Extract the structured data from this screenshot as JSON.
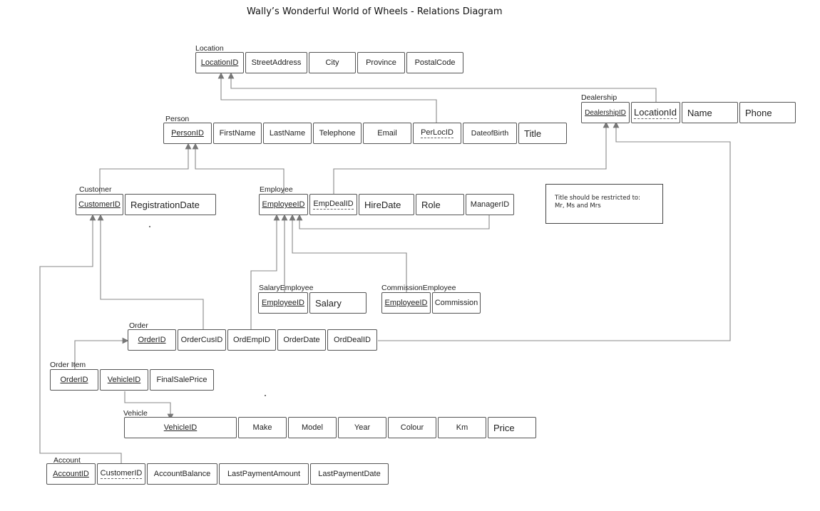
{
  "title": "Wally’s Wonderful World of Wheels - Relations Diagram",
  "tables": {
    "location": {
      "name": "Location",
      "fields": [
        "LocationID",
        "StreetAddress",
        "City",
        "Province",
        "PostalCode"
      ]
    },
    "dealership": {
      "name": "Dealership",
      "fields": [
        "DealershipID",
        "LocationId",
        "Name",
        "Phone"
      ]
    },
    "person": {
      "name": "Person",
      "fields": [
        "PersonID",
        "FirstName",
        "LastName",
        "Telephone",
        "Email",
        "PerLocID",
        "DateofBirth",
        "Title"
      ]
    },
    "customer": {
      "name": "Customer",
      "fields": [
        "CustomerID",
        "RegistrationDate"
      ]
    },
    "employee": {
      "name": "Employee",
      "fields": [
        "EmployeeID",
        "EmpDealID",
        "HireDate",
        "Role",
        "ManagerID"
      ]
    },
    "salary_employee": {
      "name": "SalaryEmployee",
      "fields": [
        "EmployeeID",
        "Salary"
      ]
    },
    "commission_employee": {
      "name": "CommissionEmployee",
      "fields": [
        "EmployeeID",
        "Commission"
      ]
    },
    "order": {
      "name": "Order",
      "fields": [
        "OrderID",
        "OrderCusID",
        "OrdEmpID",
        "OrderDate",
        "OrdDealID"
      ]
    },
    "order_item": {
      "name": "Order Item",
      "fields": [
        "OrderID",
        "VehicleID",
        "FinalSalePrice"
      ]
    },
    "vehicle": {
      "name": "Vehicle",
      "fields": [
        "VehicleID",
        "Make",
        "Model",
        "Year",
        "Colour",
        "Km",
        "Price"
      ]
    },
    "account": {
      "name": "Account",
      "fields": [
        "AccountID",
        "CustomerID",
        "AccountBalance",
        "LastPaymentAmount",
        "LastPaymentDate"
      ]
    }
  },
  "note": {
    "line1": "Title should be restricted to:",
    "line2": "Mr, Ms and Mrs"
  },
  "colors": {
    "border": "#555555",
    "connector": "#777777"
  }
}
